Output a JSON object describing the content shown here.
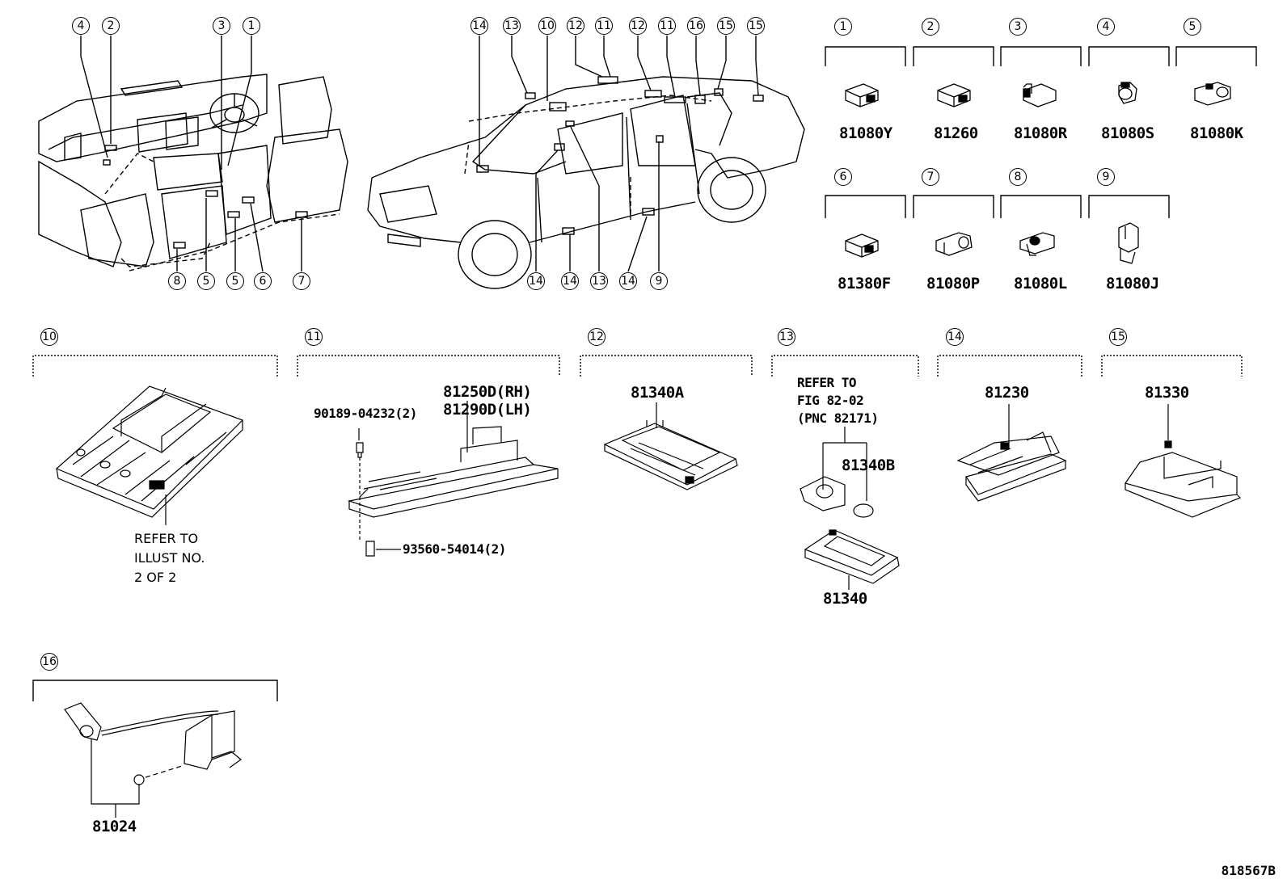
{
  "callouts_top_left": [
    "4",
    "2",
    "3",
    "1"
  ],
  "callouts_bottom_left": [
    "8",
    "5",
    "5",
    "6",
    "7"
  ],
  "callouts_top_car": [
    "14",
    "13",
    "10",
    "12",
    "11",
    "12",
    "11",
    "16",
    "15",
    "15"
  ],
  "callouts_bottom_car": [
    "14",
    "14",
    "13",
    "14",
    "9"
  ],
  "parts_row1": [
    {
      "num": "1",
      "pn": "81080Y"
    },
    {
      "num": "2",
      "pn": "81260"
    },
    {
      "num": "3",
      "pn": "81080R"
    },
    {
      "num": "4",
      "pn": "81080S"
    },
    {
      "num": "5",
      "pn": "81080K"
    }
  ],
  "parts_row2": [
    {
      "num": "6",
      "pn": "81380F"
    },
    {
      "num": "7",
      "pn": "81080P"
    },
    {
      "num": "8",
      "pn": "81080L"
    },
    {
      "num": "9",
      "pn": "81080J"
    }
  ],
  "section10": {
    "num": "10",
    "ref_line1": "REFER TO",
    "ref_line2": "ILLUST NO.",
    "ref_line3": "2 OF 2"
  },
  "section11": {
    "num": "11",
    "pn_rh": "81250D(RH)",
    "pn_lh": "81290D(LH)",
    "screw1": "90189-04232(2)",
    "screw2": "93560-54014(2)"
  },
  "section12": {
    "num": "12",
    "pn": "81340A"
  },
  "section13": {
    "num": "13",
    "ref_line1": "REFER TO",
    "ref_line2": "FIG 82-02",
    "ref_line3": "(PNC 82171)",
    "pn_bulb": "81340B",
    "pn_lens": "81340"
  },
  "section14": {
    "num": "14",
    "pn": "81230"
  },
  "section15": {
    "num": "15",
    "pn": "81330"
  },
  "section16": {
    "num": "16",
    "pn": "81024"
  },
  "figure_id": "818567B"
}
